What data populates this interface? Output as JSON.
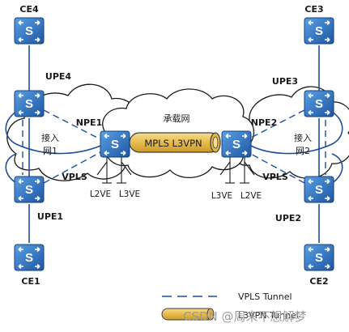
{
  "devices": {
    "ce4": "CE4",
    "ce3": "CE3",
    "upe4": "UPE4",
    "upe3": "UPE3",
    "npe1": "NPE1",
    "npe2": "NPE2",
    "upe1": "UPE1",
    "upe2": "UPE2",
    "ce1": "CE1",
    "ce2": "CE2"
  },
  "clouds": {
    "core": "承载网",
    "access_left_line1": "接入",
    "access_left_line2": "网1",
    "access_right_line1": "接入",
    "access_right_line2": "网2"
  },
  "vpls_left": "VPLS",
  "vpls_right": "VPLS",
  "tunnel_label": "MPLS L3VPN",
  "ve_labels": {
    "npe1_l2ve": "L2VE",
    "npe1_l3ve": "L3VE",
    "npe2_l3ve": "L3VE",
    "npe2_l2ve": "L2VE"
  },
  "legend": {
    "vpls_tunnel": "VPLS Tunnel",
    "l3vpn_tunnel": "L3VPN Tunnel"
  },
  "watermark": "CSDN @周末不想解梦",
  "colors": {
    "switch_dark": "#1f5aa6",
    "switch_light": "#4a8fd6",
    "link": "#1c4f9c",
    "tunnel_fill": "#e9c25c",
    "tunnel_stroke": "#3d3d3d"
  }
}
